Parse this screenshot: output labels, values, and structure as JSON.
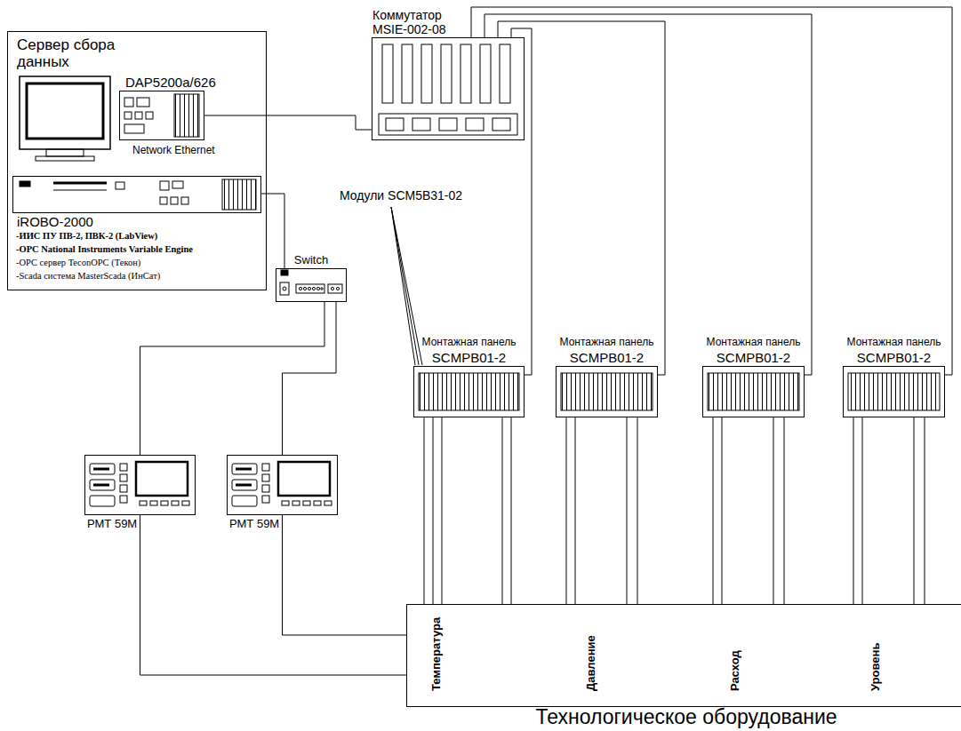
{
  "diagram": {
    "nodes": [
      {
        "text": [
          "Сервер сбора данных"
        ]
      },
      {
        "text": [
          "DAP5200a/626",
          "Network Ethernet"
        ],
        "in": 0
      },
      {
        "text": [
          "iROBO-2000"
        ],
        "in": 0
      },
      {
        "text": [
          "Коммутатор MSIE-002-08"
        ]
      },
      {
        "text": [
          "Switch"
        ]
      },
      {
        "text": [
          "Монтажная панель",
          "SCMPB01-2"
        ]
      },
      {
        "text": [
          "Монтажная панель",
          "SCMPB01-2"
        ]
      },
      {
        "text": [
          "Монтажная панель",
          "SCMPB01-2"
        ]
      },
      {
        "text": [
          "Монтажная панель",
          "SCMPB01-2"
        ]
      },
      {
        "text": [
          "РМТ 59М"
        ]
      },
      {
        "text": [
          "РМТ 59М"
        ]
      },
      {
        "text": [
          "Технологическое оборудование"
        ]
      }
    ],
    "edges": [
      {
        "from": 1,
        "to": 3,
        "arrow": "none"
      },
      {
        "from": 2,
        "to": 4,
        "arrow": "none"
      },
      {
        "from": 4,
        "to": 9,
        "arrow": "none"
      },
      {
        "from": 4,
        "to": 10,
        "arrow": "none"
      },
      {
        "from": 9,
        "to": 11,
        "arrow": "none"
      },
      {
        "from": 10,
        "to": 11,
        "arrow": "none"
      },
      {
        "from": 5,
        "to": 3,
        "arrow": "none"
      },
      {
        "from": 6,
        "to": 3,
        "arrow": "none"
      },
      {
        "from": 7,
        "to": 3,
        "arrow": "none"
      },
      {
        "from": 8,
        "to": 3,
        "arrow": "none"
      },
      {
        "from": 5,
        "to": 11,
        "arrow": "none"
      },
      {
        "from": 6,
        "to": 11,
        "arrow": "none"
      },
      {
        "from": 7,
        "to": 11,
        "arrow": "none"
      },
      {
        "from": 8,
        "to": 11,
        "arrow": "none"
      }
    ],
    "labels": [
      "Модули SCM5B31-02",
      "-ИИС ПУ ПВ-2, ПВК-2 (LabView)",
      "-OPC National Instruments Variable Engine",
      "-OPC сервер TeconOPC (Текон)",
      "-Scada система MasterScada (ИнСат)",
      "Температура",
      "Давление",
      "Расход",
      "Уровень"
    ]
  }
}
